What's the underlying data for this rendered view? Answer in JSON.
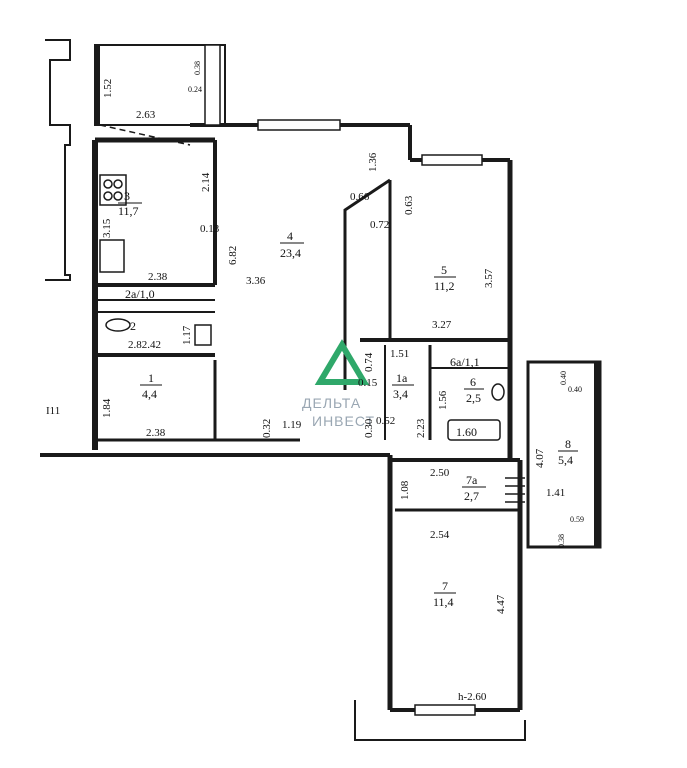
{
  "rooms": [
    {
      "id": "3",
      "area": "11,7"
    },
    {
      "id": "4",
      "area": "23,4"
    },
    {
      "id": "5",
      "area": "11,2"
    },
    {
      "id": "1",
      "area": "4,4"
    },
    {
      "id": "1a",
      "area": "3,4"
    },
    {
      "id": "6",
      "area": "2,5"
    },
    {
      "id": "8",
      "area": "5,4"
    },
    {
      "id": "7",
      "area": "11,4"
    },
    {
      "id": "7a",
      "area": "2,7"
    }
  ],
  "room_combined": [
    "2a/1,0",
    "2"
  ],
  "room_6a": "6a/1,1",
  "dimensions": {
    "d_1_52": "1.52",
    "d_2_63": "2.63",
    "d_0_38": "0.38",
    "d_0_24": "0.24",
    "d_2_14": "2.14",
    "d_1_36": "1.36",
    "d_0_66": "0.66",
    "d_0_63": "0.63",
    "d_0_72": "0.72",
    "d_3_15": "3.15",
    "d_0_13": "0.13",
    "d_6_82": "6.82",
    "d_3_36": "3.36",
    "d_2_38_top": "2.38",
    "d_3_57": "3.57",
    "d_3_27": "3.27",
    "d_2_82_42": "2.82.42",
    "d_1_17": "1.17",
    "d_0_74": "0.74",
    "d_1_51": "1.51",
    "d_0_15": "0.15",
    "d_1_56": "1.56",
    "d_0_40": "0.40",
    "d_0_40b": "0.40",
    "d_111": "I11",
    "d_1_84": "1.84",
    "d_2_38_bot": "2.38",
    "d_0_32": "0.32",
    "d_1_19": "1.19",
    "d_0_30": "0.30",
    "d_0_52": "0.52",
    "d_2_23": "2.23",
    "d_1_60": "1.60",
    "d_4_07": "4.07",
    "d_1_08": "1.08",
    "d_2_50": "2.50",
    "d_1_41": "1.41",
    "d_0_59": "0.59",
    "d_0_38b": "0.38",
    "d_2_54": "2.54",
    "d_4_47": "4.47",
    "d_h_2_60": "h-2.60"
  },
  "watermark": {
    "top": "ДЕЛЬТА",
    "bottom": "ИНВЕСТ"
  },
  "colors": {
    "wall": "#1a1a1a",
    "logo": "#2fa86a"
  }
}
